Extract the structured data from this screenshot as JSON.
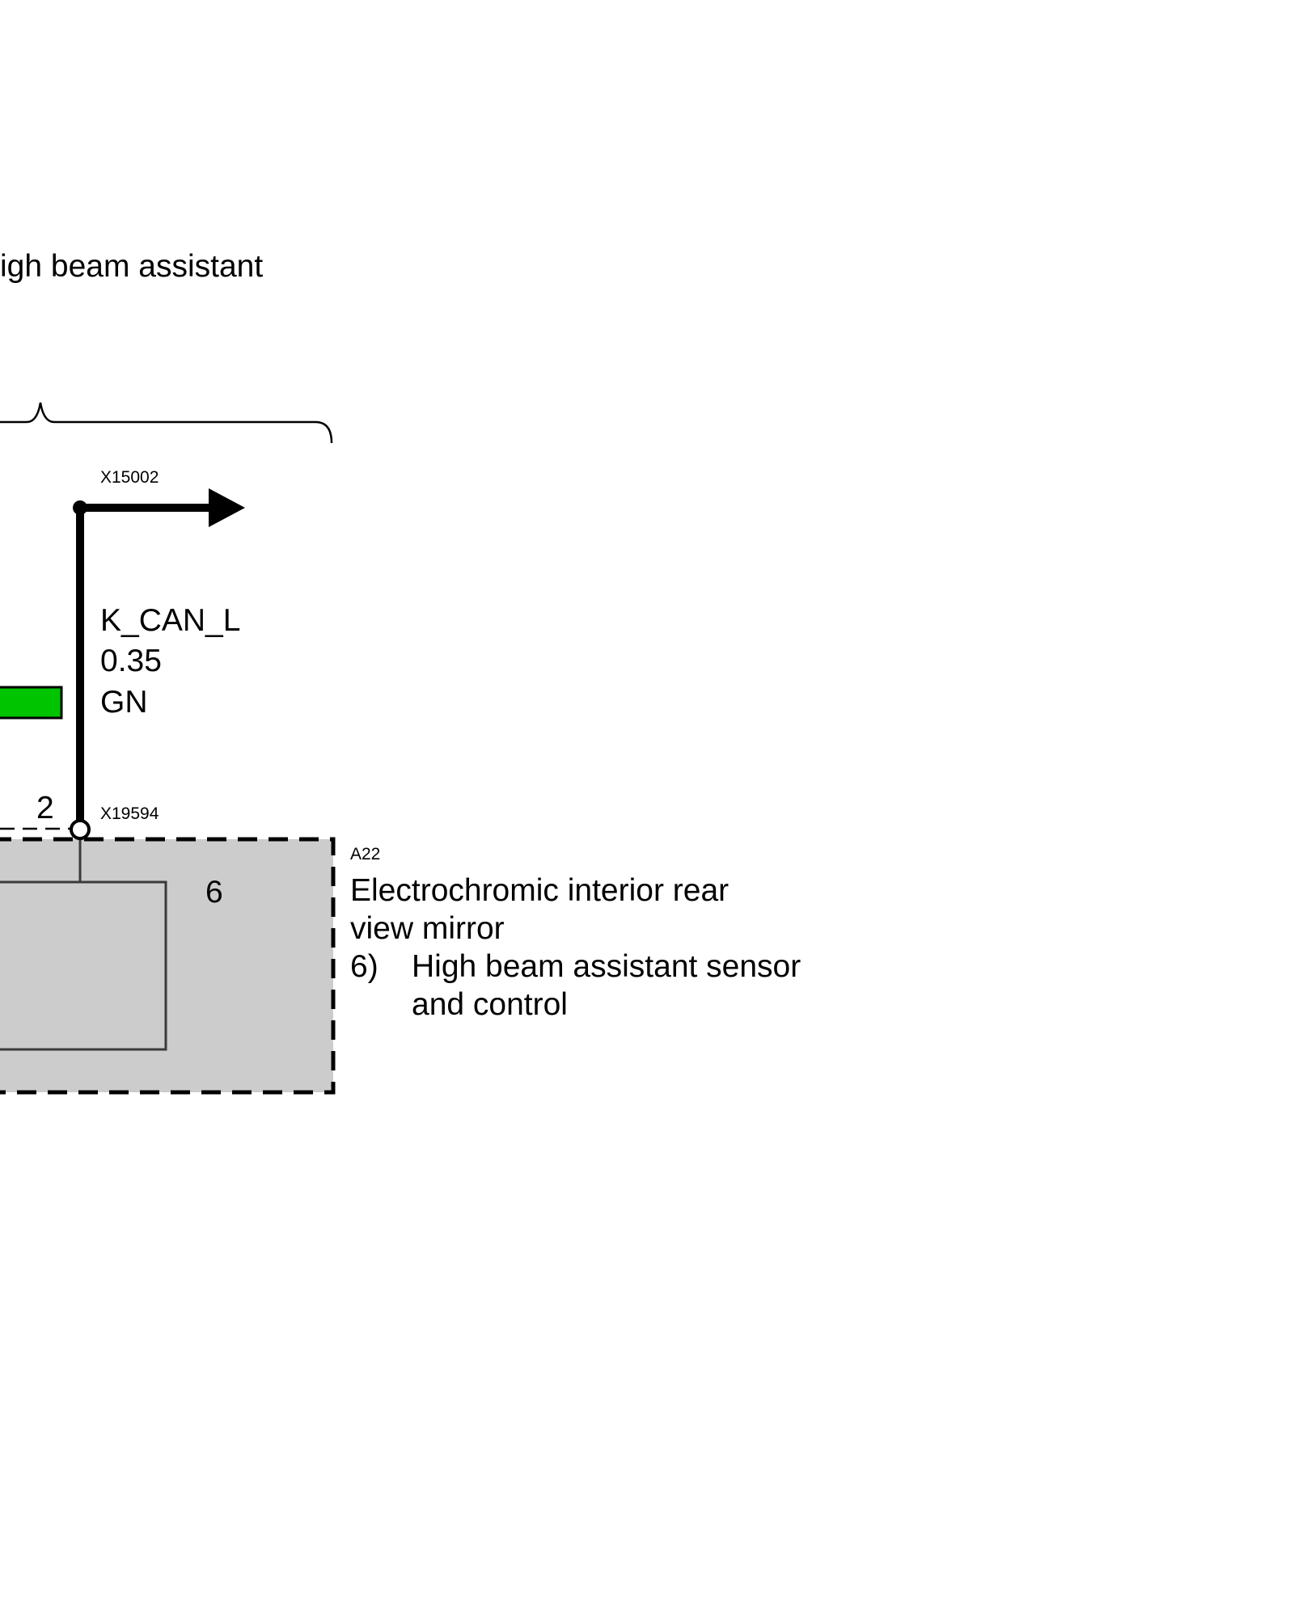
{
  "title": "igh beam assistant",
  "connector_top": {
    "id": "X15002"
  },
  "wire": {
    "signal": "K_CAN_L",
    "gauge": "0.35",
    "color_code": "GN",
    "swatch_color": "#00c400"
  },
  "connector_bottom": {
    "id": "X19594",
    "pin_left": "2"
  },
  "component": {
    "ref": "A22",
    "pin": "6",
    "name_line1": "Electrochromic interior rear",
    "name_line2": "view mirror",
    "sub_number": "6)",
    "sub_line1": "High beam assistant sensor",
    "sub_line2": "and control",
    "fill_color": "#cccccc"
  }
}
